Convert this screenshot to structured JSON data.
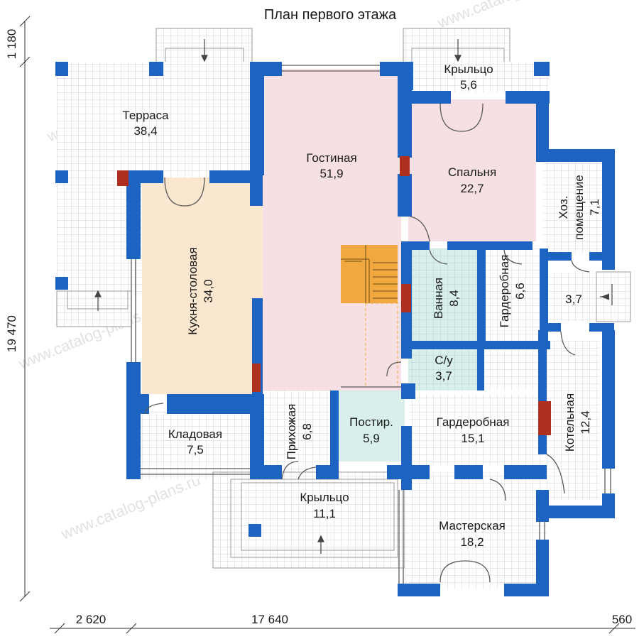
{
  "title": "План первого этажа",
  "watermark": "www.catalog-plans.ru",
  "dimensions": {
    "top_left_vertical": "1 180",
    "left_vertical": "19 470",
    "bottom_left": "2 620",
    "bottom_middle": "17 640",
    "bottom_right": "560"
  },
  "rooms": {
    "terrace": {
      "name": "Терраса",
      "area": "38,4"
    },
    "living": {
      "name": "Гостиная",
      "area": "51,9"
    },
    "porch_top": {
      "name": "Крыльцо",
      "area": "5,6"
    },
    "bedroom": {
      "name": "Спальня",
      "area": "22,7"
    },
    "utility": {
      "name_line1": "Хоз.",
      "name_line2": "помещение",
      "area": "7,1"
    },
    "vestibule": {
      "area": "3,7"
    },
    "kitchen": {
      "name": "Кухня-столовая",
      "area": "34,0"
    },
    "bathroom": {
      "name": "Ванная",
      "area": "8,4"
    },
    "wardrobe_small": {
      "name": "Гардеробная",
      "area": "6,6"
    },
    "wc": {
      "name": "С/у",
      "area": "3,7"
    },
    "boiler": {
      "name": "Котельная",
      "area": "12,4"
    },
    "pantry": {
      "name": "Кладовая",
      "area": "7,5"
    },
    "hall": {
      "name": "Прихожая",
      "area": "6,8"
    },
    "postir": {
      "name": "Постир.",
      "area": "5,9"
    },
    "wardrobe_big": {
      "name": "Гардеробная",
      "area": "15,1"
    },
    "porch_bottom": {
      "name": "Крыльцо",
      "area": "11,1"
    },
    "workshop": {
      "name": "Мастерская",
      "area": "18,2"
    }
  },
  "colors": {
    "wall": "#1d63c2",
    "tile_line": "#cfd3da",
    "living_fill": "#f7e0e3",
    "kitchen_fill": "#fbe6cf",
    "bath_fill": "#d9efec",
    "stairs_fill": "#f1a93f",
    "chimney": "#b03020"
  }
}
